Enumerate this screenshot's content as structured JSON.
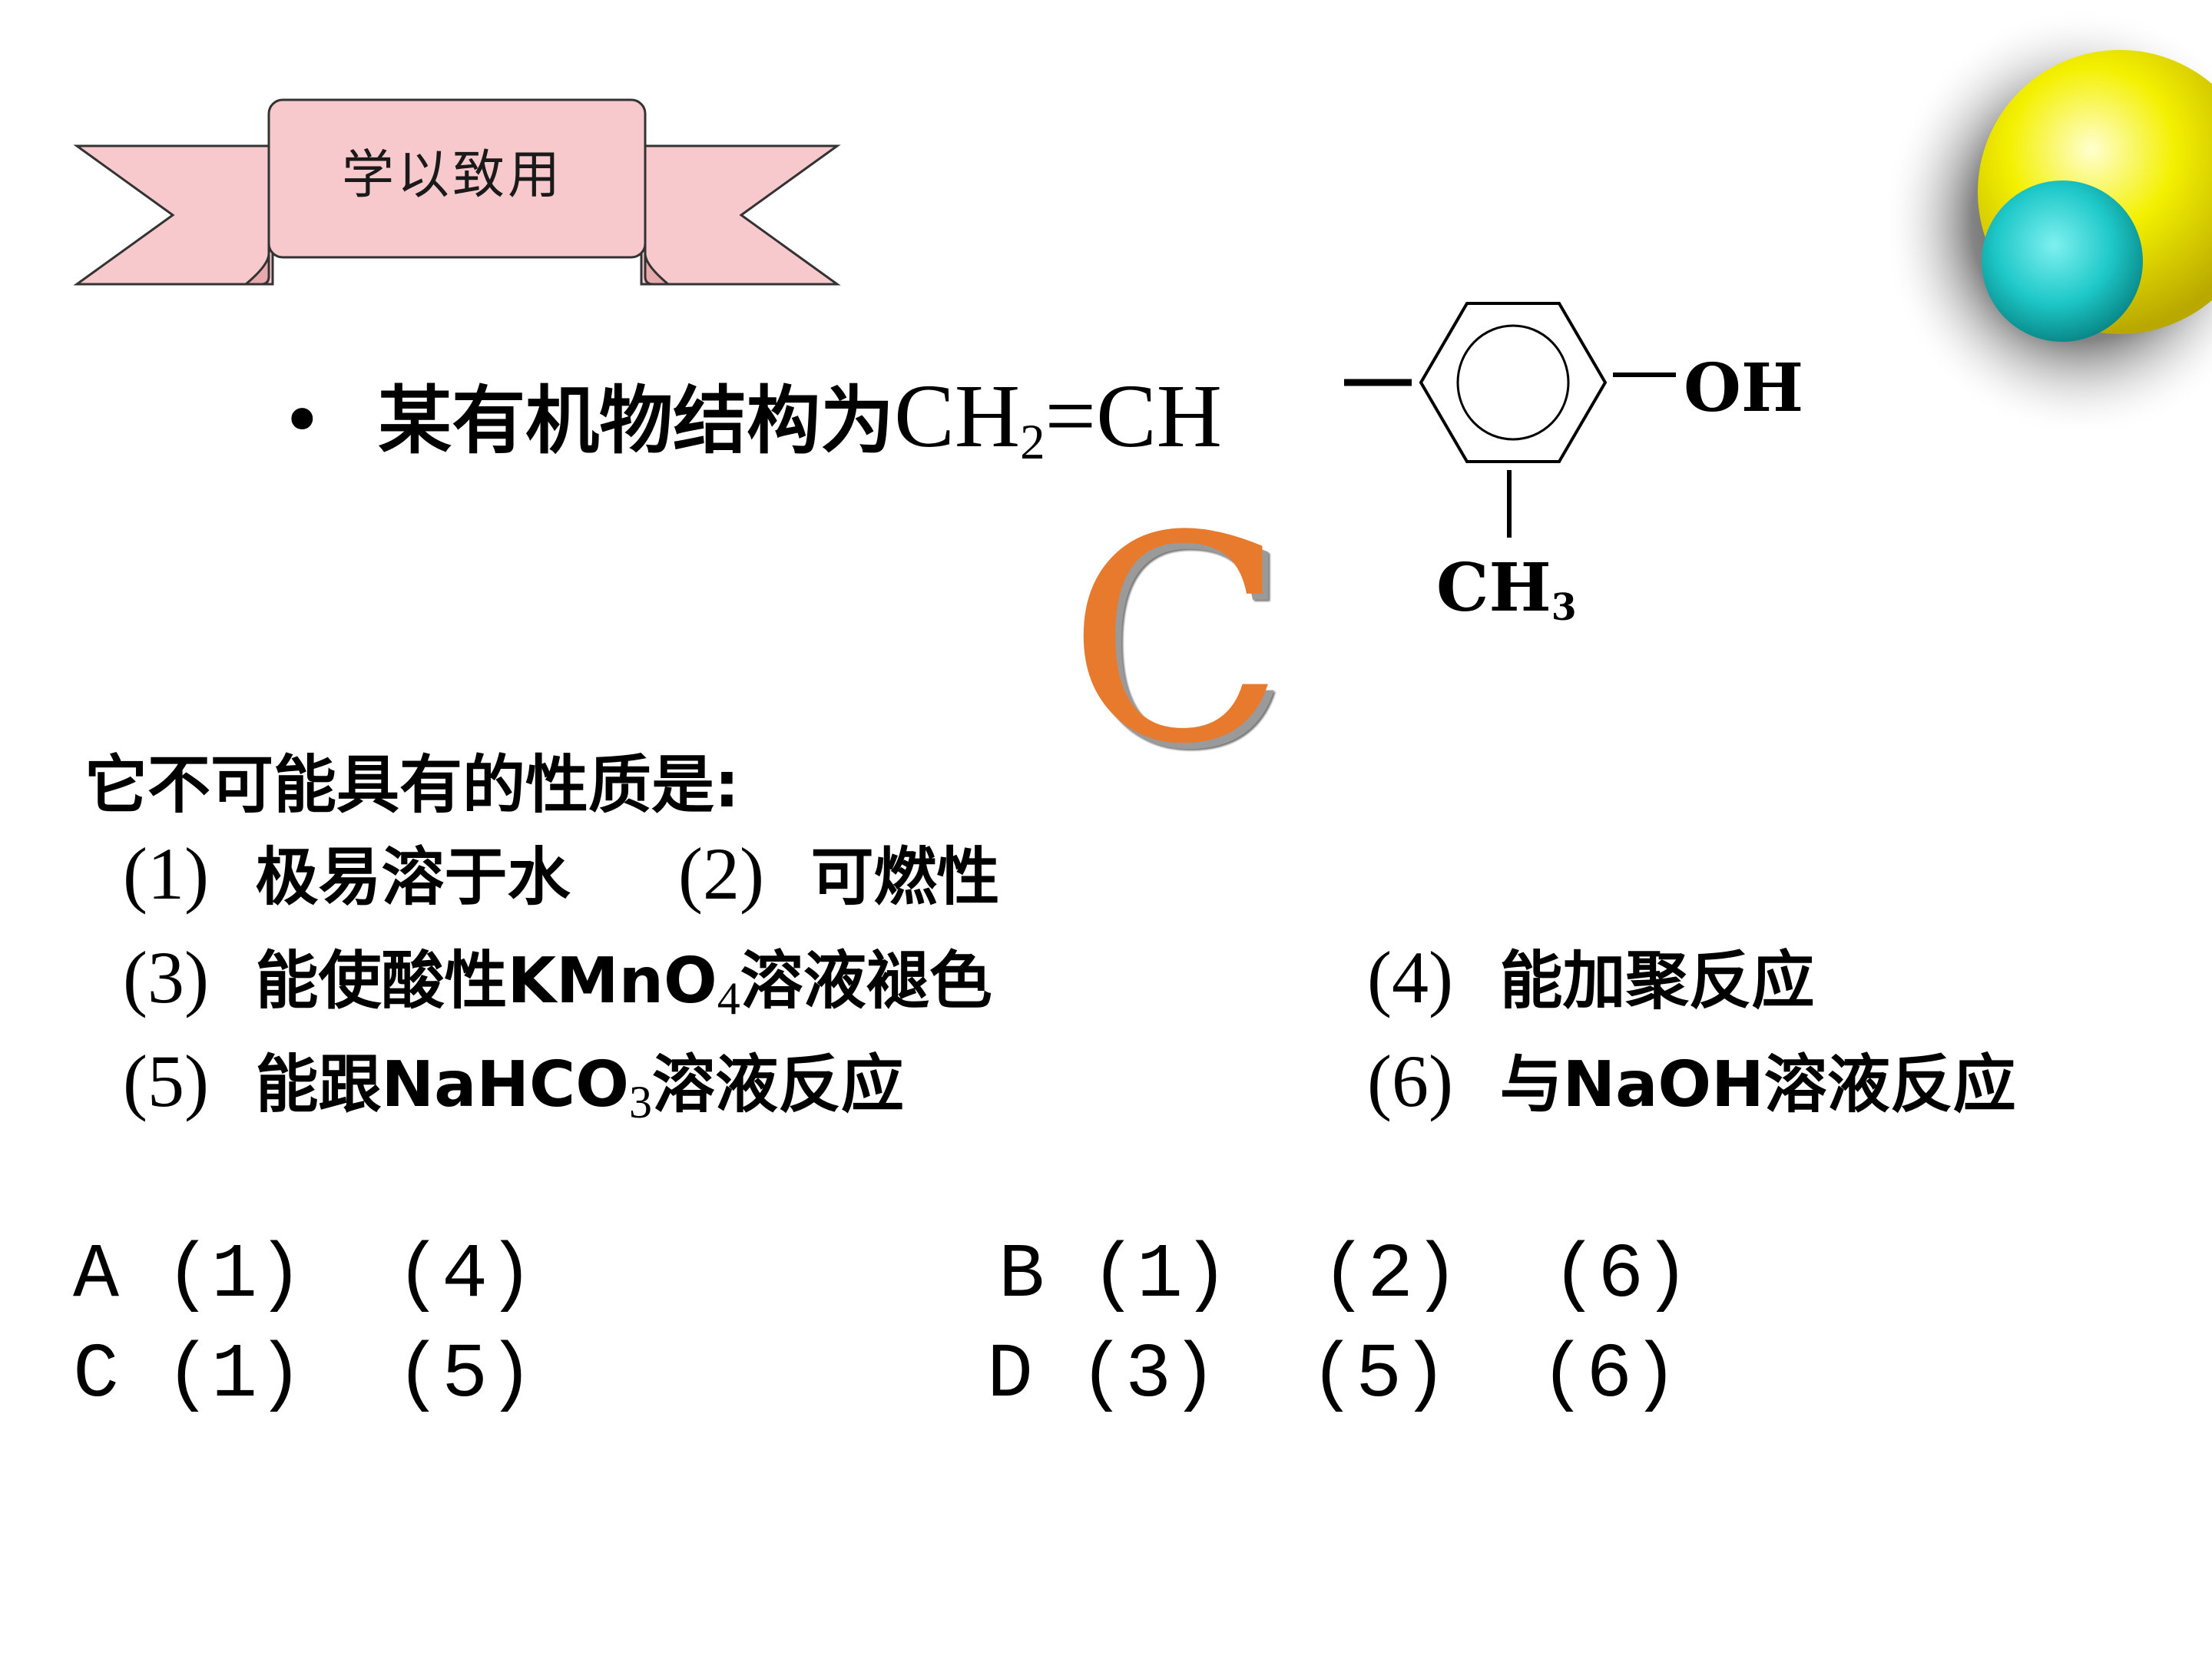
{
  "banner": {
    "title": "学以致用"
  },
  "question": {
    "bullet": "•",
    "prompt": "某有机物结构为",
    "formula_ch2": "CH",
    "formula_sub2": "2",
    "formula_rest": "=CH",
    "oh": "OH",
    "ch3_main": "CH",
    "ch3_sub": "3"
  },
  "answer_letter": "C",
  "properties": {
    "heading": "它不可能具有的性质是:",
    "p1_num": "(1)",
    "p1_text": "极易溶于水",
    "p2_num": "(2)",
    "p2_text": "可燃性",
    "p3_num": "(3)",
    "p3_text_a": "能使酸性KMnO",
    "p3_sub": "4",
    "p3_text_b": "溶液褪色",
    "p4_num": "(4)",
    "p4_text": "能加聚反应",
    "p5_num": "(5)",
    "p5_text_a": "能跟NaHCO",
    "p5_sub": "3",
    "p5_text_b": "溶液反应",
    "p6_num": "(6)",
    "p6_text": "与NaOH溶液反应"
  },
  "options": {
    "a": "A (1)  (4)",
    "b": "B (1)  (2)  (6)",
    "c": "C (1)  (5)",
    "d": "D (3)  (5)  (6)"
  },
  "colors": {
    "banner_fill": "#f7c9cc",
    "banner_fold": "#e8a9ad",
    "answer_orange": "#e87a2e",
    "sphere_yellow": "#f4f000",
    "sphere_cyan": "#1ec8c8"
  }
}
